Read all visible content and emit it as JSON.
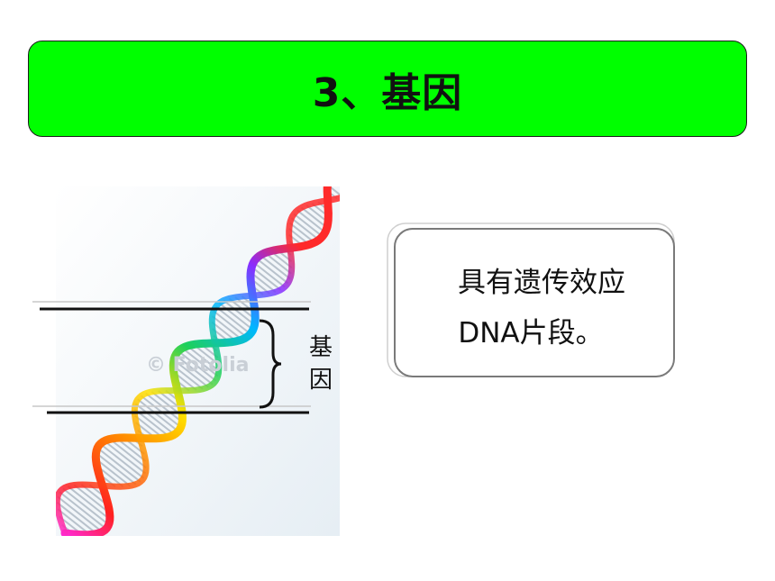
{
  "slide": {
    "title": "3、基因",
    "title_bg": "#00ff00",
    "gene_label_line1": "基",
    "gene_label_line2": "因",
    "card_line1": "具有遗传效应",
    "card_line2": "DNA片段。",
    "watermark": "© Fotolia"
  },
  "colors": {
    "title_bg": "#00ff00",
    "text": "#111111"
  },
  "icons": {
    "brace": "right-curly-brace"
  }
}
